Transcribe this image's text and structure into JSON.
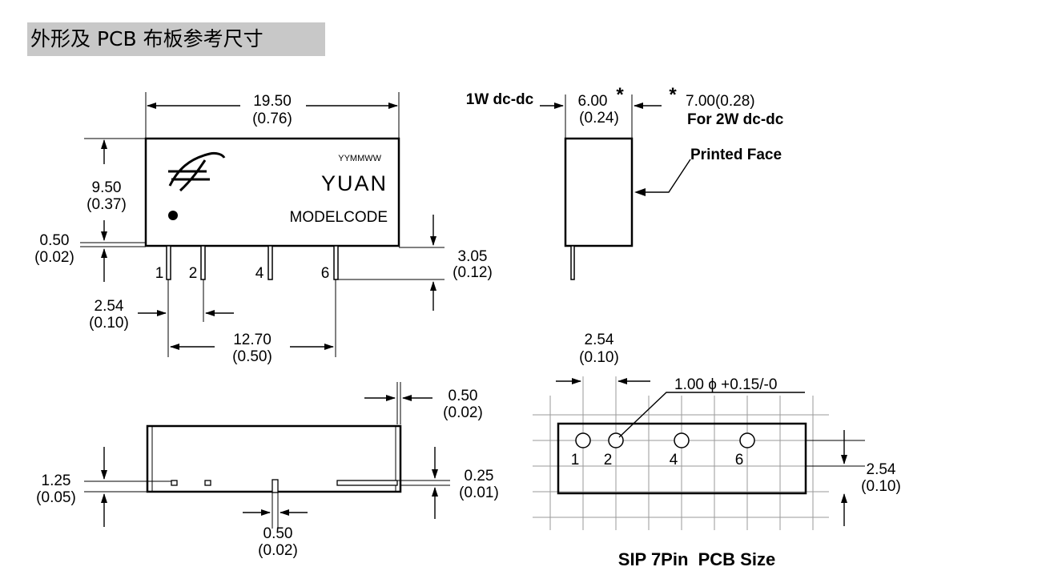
{
  "title": "外形及 PCB 布板参考尺寸",
  "front_view": {
    "width_mm": "19.50",
    "width_in": "(0.76)",
    "height_mm": "9.50",
    "height_in": "(0.37)",
    "standoff_mm": "0.50",
    "standoff_in": "(0.02)",
    "pin_len_mm": "3.05",
    "pin_len_in": "(0.12)",
    "pitch_mm": "2.54",
    "pitch_in": "(0.10)",
    "span_mm": "12.70",
    "span_in": "(0.50)",
    "pins": [
      "1",
      "2",
      "4",
      "6"
    ],
    "date_code": "YYMMWW",
    "brand": "YUAN",
    "model": "MODELCODE"
  },
  "side_view": {
    "label_1w": "1W dc-dc",
    "thick_mm": "6.00",
    "thick_in": "(0.24)",
    "asterisk": "*",
    "alt_thick": "7.00(0.28)",
    "label_2w": "For 2W dc-dc",
    "printed_face": "Printed Face"
  },
  "bottom_view": {
    "pin_w_mm": "0.50",
    "pin_w_in": "(0.02)",
    "edge_mm": "1.25",
    "edge_in": "(0.05)",
    "gap_mm": "0.25",
    "gap_in": "(0.01)",
    "pin_thk_mm": "0.50",
    "pin_thk_in": "(0.02)"
  },
  "pcb": {
    "pitch_mm": "2.54",
    "pitch_in": "(0.10)",
    "hole_spec": "1.00 ϕ +0.15/-0",
    "row_mm": "2.54",
    "row_in": "(0.10)",
    "pins": [
      "1",
      "2",
      "4",
      "6"
    ],
    "caption": "SIP 7Pin  PCB Size"
  }
}
